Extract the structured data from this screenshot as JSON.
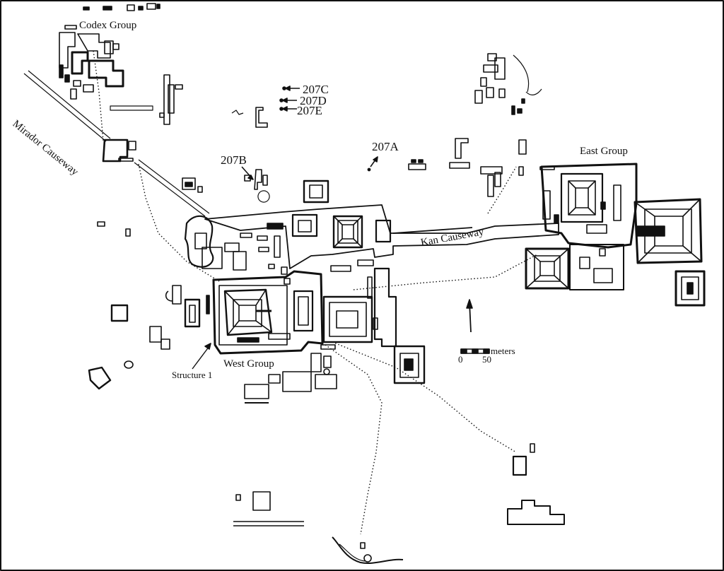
{
  "map": {
    "labels": {
      "codex_group": "Codex Group",
      "mirador_causeway": "Mirador Causeway",
      "east_group": "East Group",
      "west_group": "West Group",
      "kan_causeway": "Kan Causeway",
      "structure_1": "Structure 1",
      "s207a": "207A",
      "s207b": "207B",
      "s207c": "207C",
      "s207d": "207D",
      "s207e": "207E",
      "scale_unit": "meters",
      "scale_min": "0",
      "scale_max": "50"
    },
    "north_arrow": "north-arrow-icon",
    "ink_color": "#111111",
    "paper_color": "#ffffff"
  }
}
